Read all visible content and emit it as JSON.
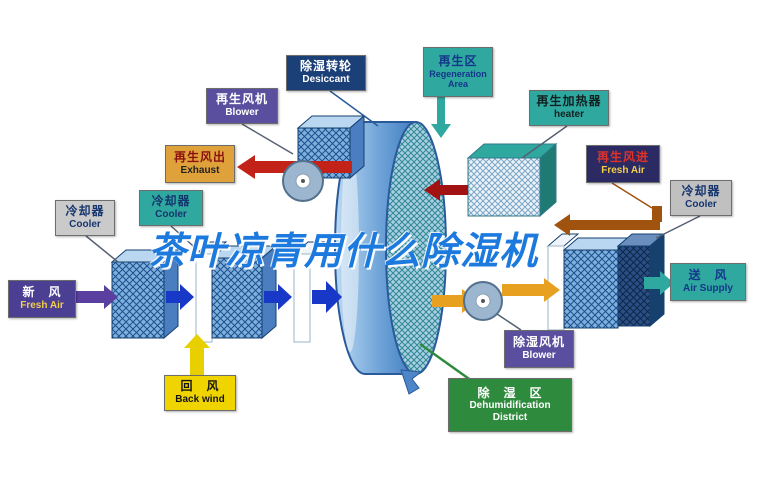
{
  "watermark": "茶叶凉青用什么除湿机",
  "labels": {
    "desiccant": {
      "zh": "除湿转轮",
      "en": "Desiccant"
    },
    "regeneration_area": {
      "zh": "再生区",
      "en": "Regeneration Area"
    },
    "regen_blower": {
      "zh": "再生风机",
      "en": "Blower"
    },
    "regen_heater": {
      "zh": "再生加热器",
      "en": "heater"
    },
    "exhaust": {
      "zh": "再生风出",
      "en": "Exhaust"
    },
    "regen_fresh_air": {
      "zh": "再生风进",
      "en": "Fresh Air"
    },
    "cooler_left": {
      "zh": "冷却器",
      "en": "Cooler"
    },
    "cooler_mid": {
      "zh": "冷却器",
      "en": "Cooler"
    },
    "cooler_right": {
      "zh": "冷却器",
      "en": "Cooler"
    },
    "fresh_air": {
      "zh": "新　风",
      "en": "Fresh Air"
    },
    "back_wind": {
      "zh": "回　风",
      "en": "Back wind"
    },
    "air_supply": {
      "zh": "送　风",
      "en": "Air Supply"
    },
    "dehumid_blower": {
      "zh": "除湿风机",
      "en": "Blower"
    },
    "dehumid_district": {
      "zh": "除　湿　区",
      "en": "Dehumidification District"
    }
  },
  "colors": {
    "watermark_blue": "#1c79dd",
    "regen_hot_red": "#c22218",
    "process_blue": "#1838c8",
    "heated_air_orange": "#e8a020",
    "teal_accent": "#2fa8a0",
    "purple_accent": "#5a4f9e",
    "navy_accent": "#1b3f77",
    "green_accent": "#2e8b3d",
    "return_yellow": "#e8d000"
  }
}
